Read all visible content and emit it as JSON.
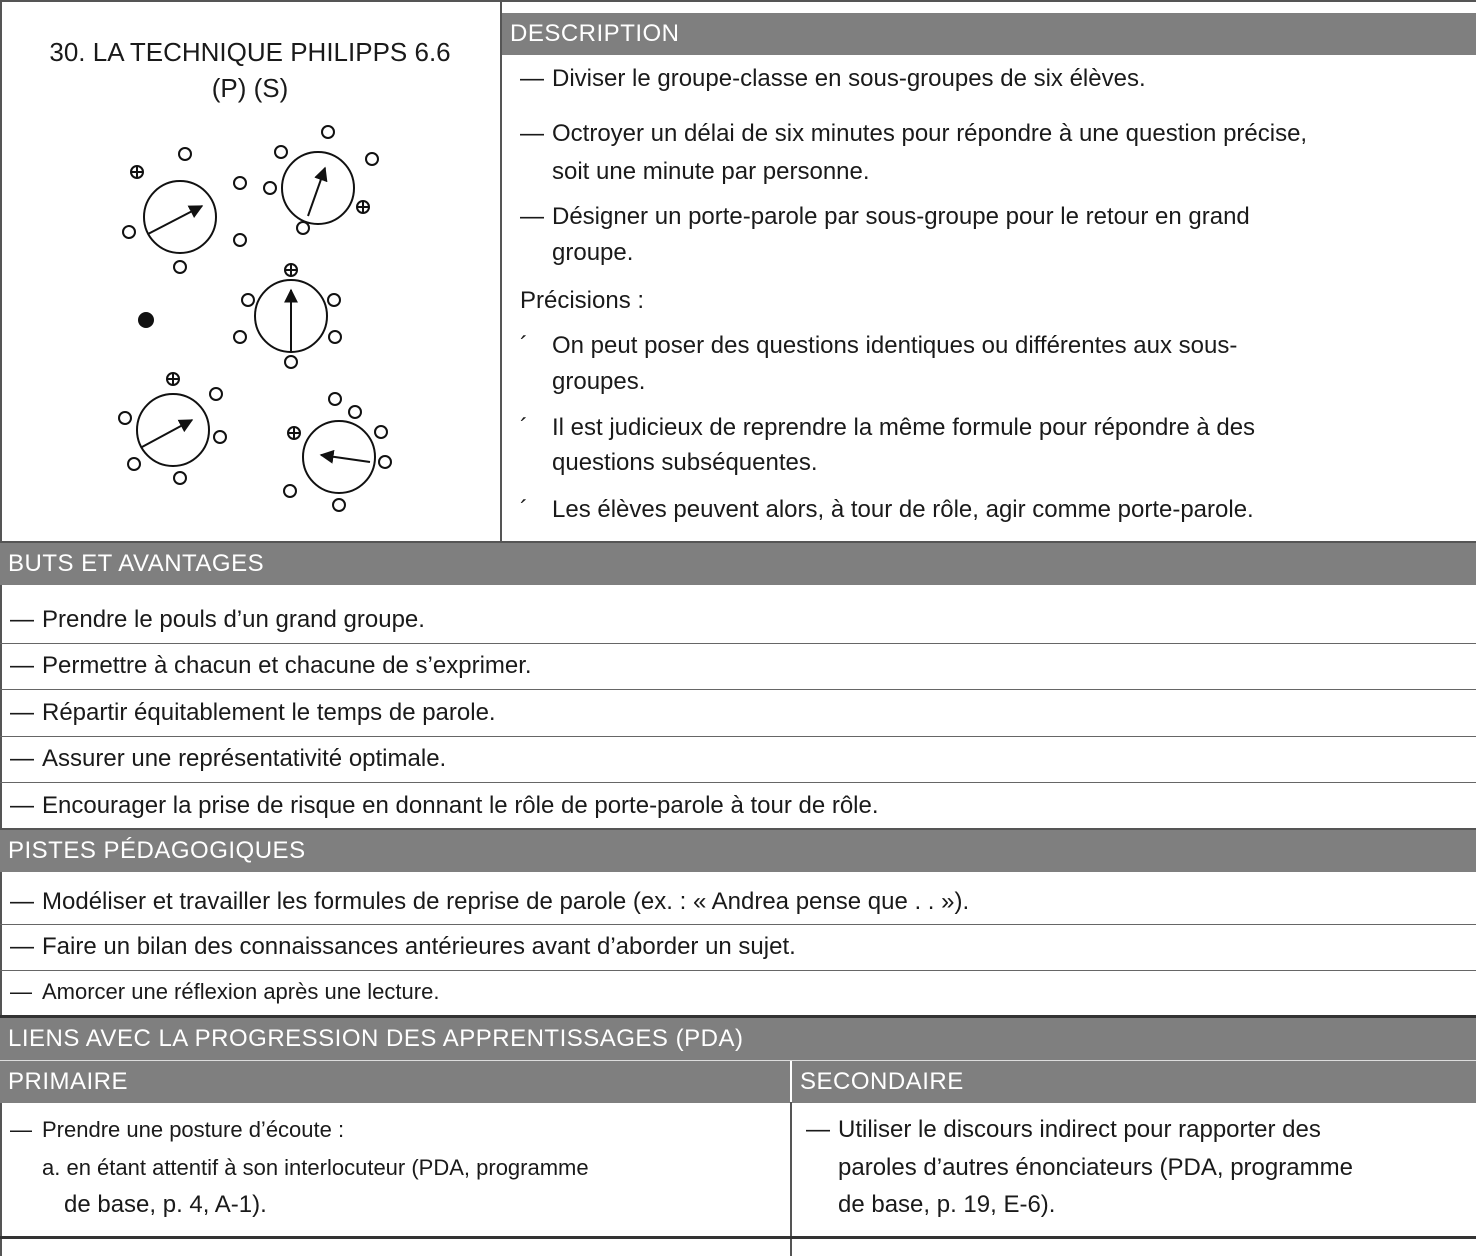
{
  "header": {
    "title_line1": "30. LA TECHNIQUE PHILIPPS 6.6",
    "title_line2": "(P) (S)"
  },
  "description": {
    "heading": "DESCRIPTION",
    "dash": "—",
    "items": [
      {
        "l1": "Diviser le groupe-classe en sous-groupes de six élèves.",
        "l2": ""
      },
      {
        "l1": "Octroyer un délai de six minutes pour répondre à une question précise,",
        "l2": "soit une minute par personne."
      },
      {
        "l1": "Désigner un porte-parole par sous-groupe pour le retour en grand",
        "l2": "groupe."
      }
    ],
    "precisions_label": "Précisions :",
    "tick": "´",
    "precisions": [
      {
        "l1": "On peut poser des questions identiques ou différentes aux sous-",
        "l2": "groupes."
      },
      {
        "l1": "Il est judicieux de reprendre la même formule pour répondre à des",
        "l2": "questions subséquentes."
      },
      {
        "l1": "Les élèves peuvent alors, à tour de rôle, agir comme porte-parole.",
        "l2": ""
      }
    ]
  },
  "diagram": {
    "participant_symbol": "o",
    "spokesperson_symbol": "⊕"
  },
  "buts": {
    "heading": "BUTS ET AVANTAGES",
    "items": [
      "Prendre le pouls d’un grand groupe.",
      "Permettre à chacun et chacune de s’exprimer.",
      "Répartir équitablement le temps de parole.",
      "Assurer une représentativité optimale.",
      "Encourager la prise de risque en donnant le rôle de porte-parole à tour de rôle."
    ]
  },
  "pistes": {
    "heading": "PISTES PÉDAGOGIQUES",
    "items": [
      "Modéliser et travailler les formules de reprise de parole (ex. : « Andrea pense que . . »).",
      "Faire un bilan des connaissances antérieures avant d’aborder un sujet.",
      "Amorcer une réflexion après une lecture."
    ]
  },
  "liens": {
    "heading": "LIENS AVEC LA PROGRESSION DES APPRENTISSAGES (PDA)",
    "primaire": {
      "heading": "PRIMAIRE",
      "l1": "Prendre une posture d’écoute :",
      "l2": "a. en étant attentif à son interlocuteur (PDA, programme",
      "l3": "de base, p. 4, A-1)."
    },
    "secondaire": {
      "heading": "SECONDAIRE",
      "l1": "Utiliser le discours indirect pour rapporter des",
      "l2": "paroles d’autres énonciateurs (PDA, programme",
      "l3": "de base, p. 19, E-6)."
    }
  },
  "colors": {
    "header_bg": "#7f7f7f",
    "rule": "#555555"
  }
}
